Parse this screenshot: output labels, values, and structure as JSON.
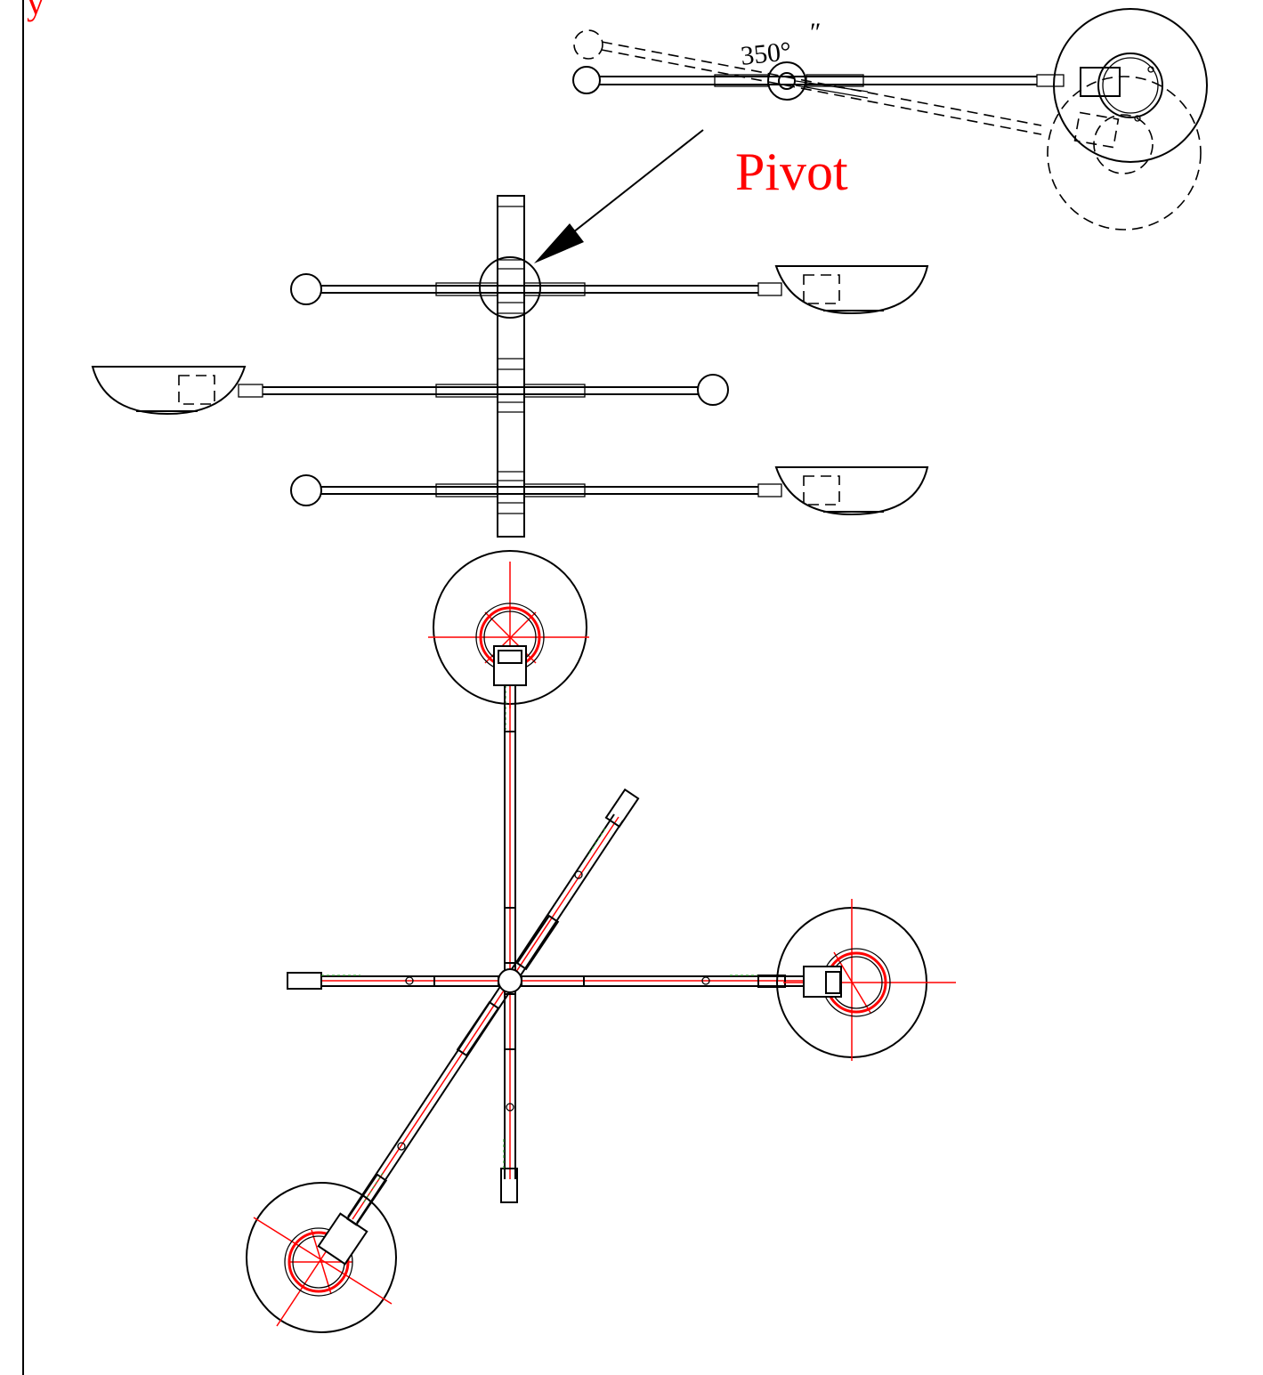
{
  "labels": {
    "caption_fragment": "y",
    "pivot": "Pivot",
    "rotation_angle": "350°",
    "angle_tick": "″"
  },
  "colors": {
    "annotation": "#ff0000",
    "line": "#000000",
    "centerline": "#ff0000",
    "hidden": "#2e9e2e"
  }
}
